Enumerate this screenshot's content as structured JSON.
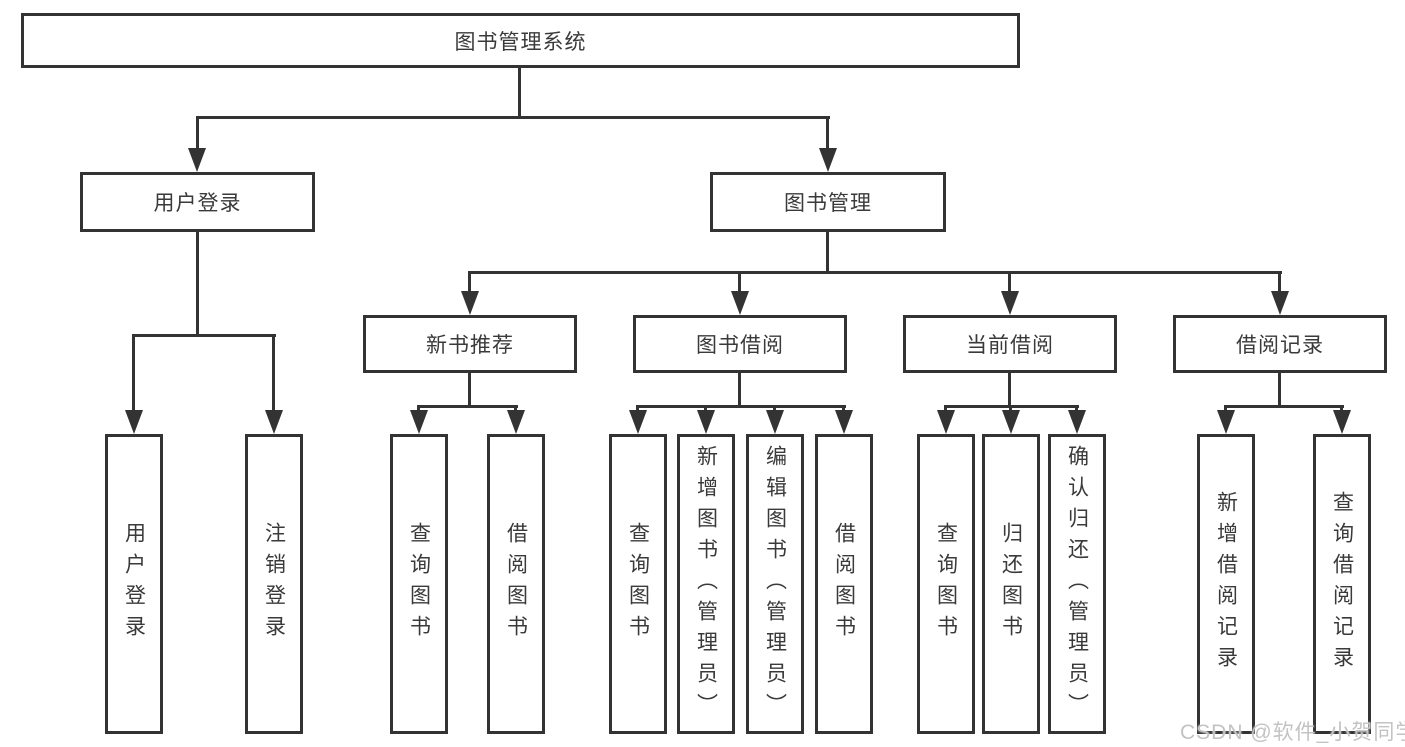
{
  "tree": {
    "root": "图书管理系统",
    "children": [
      {
        "label": "用户登录",
        "children": [
          "用户登录",
          "注销登录"
        ]
      },
      {
        "label": "图书管理",
        "children": [
          {
            "label": "新书推荐",
            "children": [
              "查询图书",
              "借阅图书"
            ]
          },
          {
            "label": "图书借阅",
            "children": [
              "查询图书",
              "新增图书（管理员）",
              "编辑图书（管理员）",
              "借阅图书"
            ]
          },
          {
            "label": "当前借阅",
            "children": [
              "查询图书",
              "归还图书",
              "确认归还（管理员）"
            ]
          },
          {
            "label": "借阅记录",
            "children": [
              "新增借阅记录",
              "查询借阅记录"
            ]
          }
        ]
      }
    ]
  },
  "watermark": {
    "text": "CSDN @软件_小贺同学"
  },
  "colors": {
    "line": "#333333",
    "text": "#3a3a3a",
    "background": "#ffffff",
    "watermark": "#c3c3c3"
  }
}
